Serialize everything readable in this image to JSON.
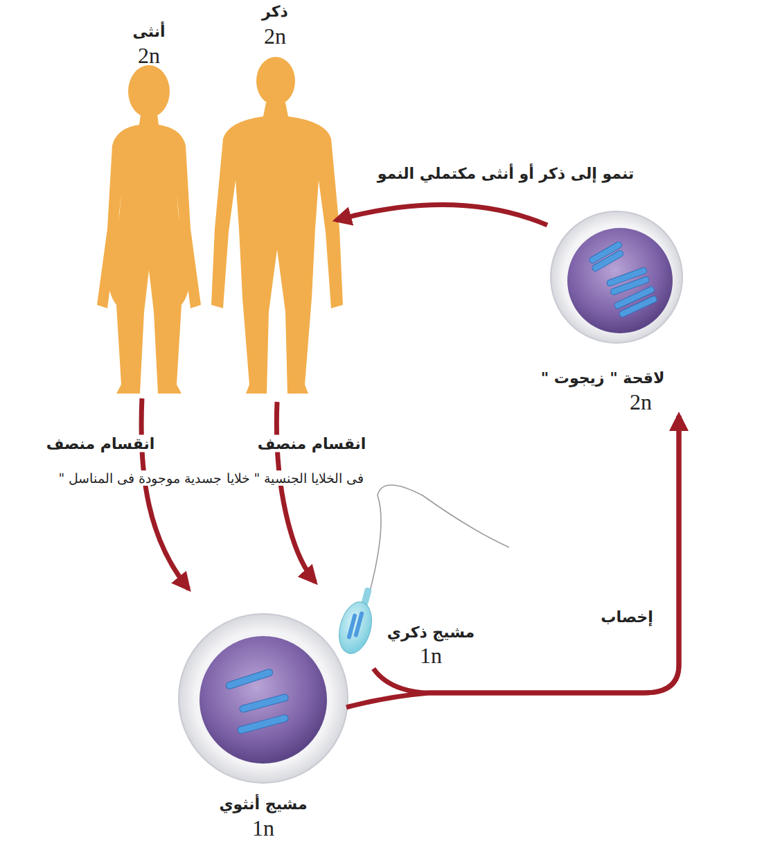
{
  "diagram": {
    "nodes": [
      {
        "text": [
          "أنثى",
          "2n"
        ]
      },
      {
        "text": [
          "ذكر",
          "2n"
        ]
      },
      {
        "text": [
          "لاقحة \" زيجوت \"",
          "2n"
        ]
      },
      {
        "text": [
          "مشيج ذكري",
          "1n"
        ]
      },
      {
        "text": [
          "مشيج أنثوي",
          "1n"
        ]
      }
    ],
    "edges": [
      {
        "from": 0,
        "to": 4,
        "arrow": "to",
        "label": "انقسام منصف"
      },
      {
        "from": 1,
        "to": 3,
        "arrow": "to",
        "label": "انقسام منصف"
      },
      {
        "from": 3,
        "to": 2,
        "arrow": "to",
        "label": "إخصاب"
      },
      {
        "from": 4,
        "to": 2,
        "arrow": "to"
      },
      {
        "from": 2,
        "to": 1,
        "arrow": "to",
        "label": "تنمو إلى ذكر أو أنثى مكتملي النمو"
      }
    ],
    "labels": [
      "فى الخلايا الجنسية \" خلايا جسدية موجودة فى المناسل \""
    ]
  }
}
